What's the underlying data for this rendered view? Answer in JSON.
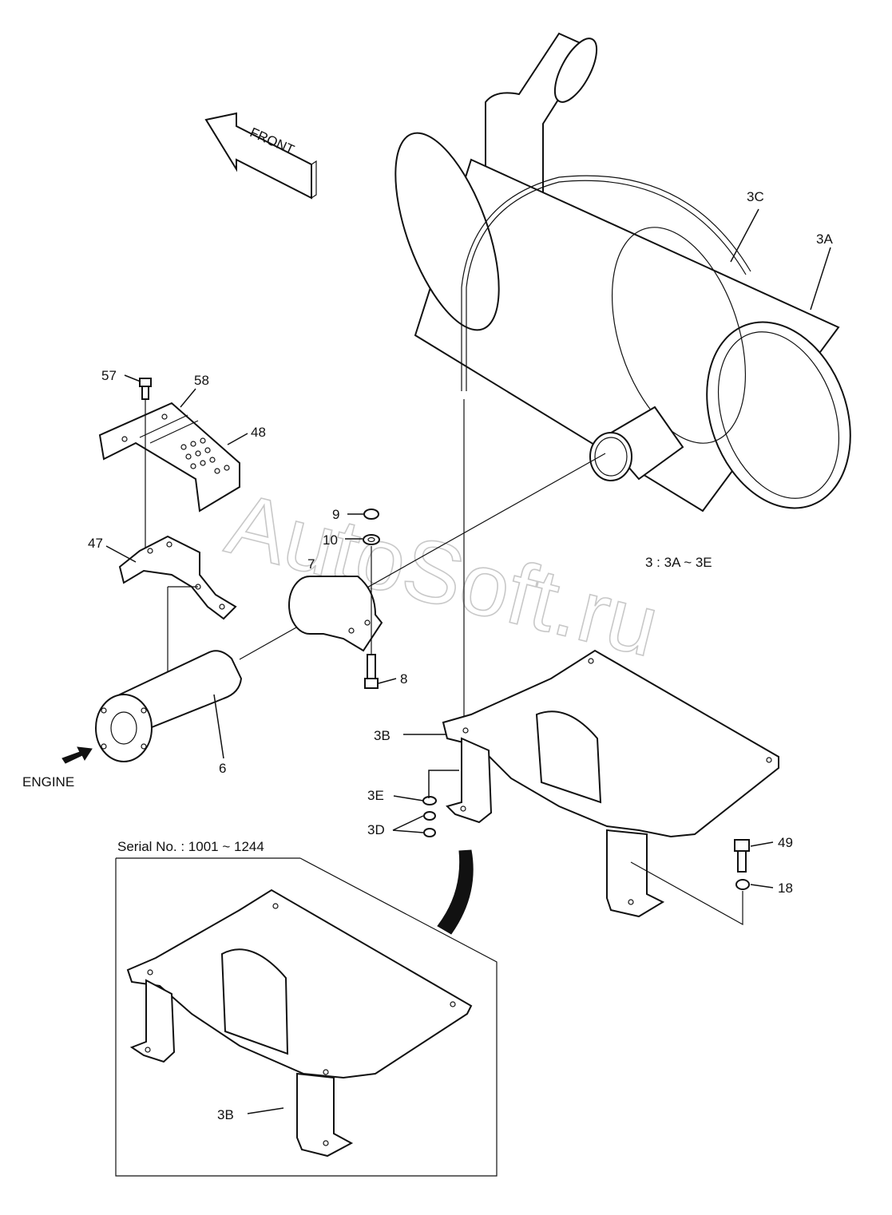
{
  "diagram": {
    "front_arrow_label": "FRONT",
    "engine_label": "ENGINE",
    "range_note": "3 : 3A ~ 3E",
    "serial_note": "Serial No. : 1001 ~ 1244",
    "watermark": "AutoSoft.ru",
    "callouts": {
      "p3C": "3C",
      "p3A": "3A",
      "p57": "57",
      "p58": "58",
      "p48": "48",
      "p47": "47",
      "p9": "9",
      "p10": "10",
      "p7": "7",
      "p8": "8",
      "p6": "6",
      "p3B": "3B",
      "p3E": "3E",
      "p3D": "3D",
      "p49": "49",
      "p18": "18",
      "p3B_inset": "3B"
    }
  }
}
